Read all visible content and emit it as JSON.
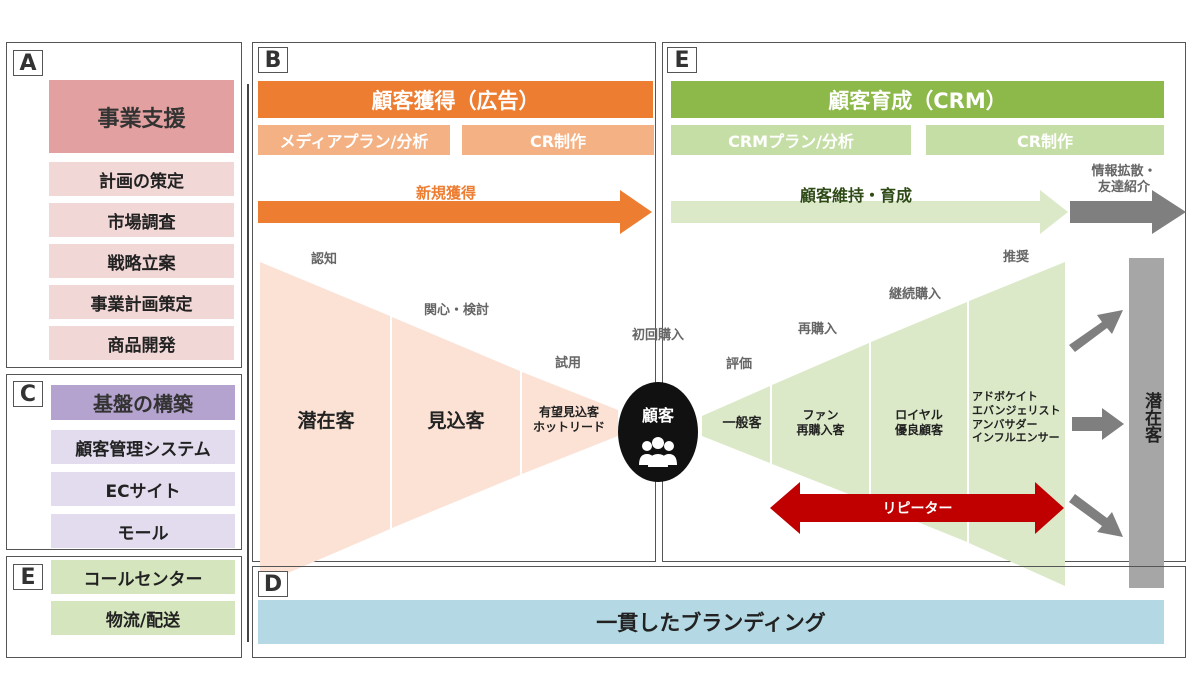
{
  "section_a": {
    "tag": "A",
    "title": "事業支援",
    "items": [
      "計画の策定",
      "市場調査",
      "戦略立案",
      "事業計画策定",
      "商品開発"
    ]
  },
  "section_c": {
    "tag": "C",
    "title": "基盤の構築",
    "items": [
      "顧客管理システム",
      "ECサイト",
      "モール"
    ]
  },
  "section_e_left": {
    "tag": "E",
    "items": [
      "コールセンター",
      "物流/配送"
    ]
  },
  "section_b": {
    "tag": "B",
    "title": "顧客獲得（広告）",
    "sub_left": "メディアプラン/分析",
    "sub_right": "CR制作",
    "arrow_label": "新規獲得",
    "stages": [
      "認知",
      "関心・検討",
      "試用",
      "初回購入"
    ],
    "segments": [
      {
        "label": "潜在客"
      },
      {
        "label": "見込客"
      },
      {
        "label": "有望見込客\nホットリード"
      }
    ]
  },
  "customer_circle": "顧客",
  "section_e": {
    "tag": "E",
    "title": "顧客育成（CRM）",
    "sub_left": "CRMプラン/分析",
    "sub_right": "CR制作",
    "arrow_label": "顧客維持・育成",
    "spread_label": "情報拡散・\n友達紹介",
    "stages": [
      "評価",
      "再購入",
      "継続購入",
      "推奨"
    ],
    "segments": [
      {
        "label": "一般客"
      },
      {
        "label": "ファン\n再購入客"
      },
      {
        "label": "ロイヤル\n優良顧客"
      },
      {
        "label": "アドボケイト\nエバンジェリスト\nアンバサダー\nインフルエンサー"
      }
    ],
    "repeater_label": "リピーター",
    "potential_label": "潜在客"
  },
  "section_d": {
    "tag": "D",
    "title": "一貫したブランディング"
  },
  "colors": {
    "orange": "#ed7d31",
    "orange_light": "#f4b183",
    "orange_pale": "#fbe2d5",
    "green": "#8db84a",
    "green_light": "#c5dea6",
    "green_pale": "#dbe9c8",
    "red": "#c00000",
    "gray": "#7f7f7f",
    "pink": "#e2a0a0",
    "purple": "#b4a3cf",
    "blue": "#b4d9e4"
  }
}
